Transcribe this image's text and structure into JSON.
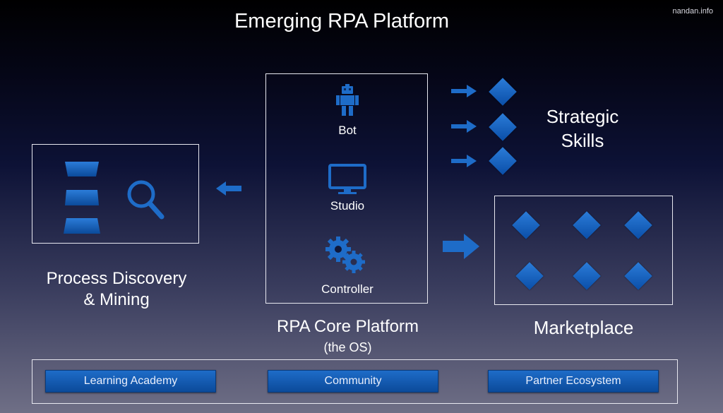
{
  "title": "Emerging RPA Platform",
  "watermark": "nandan.info",
  "core": {
    "caption": "RPA Core Platform",
    "subcaption": "(the OS)",
    "items": [
      {
        "label": "Bot",
        "icon": "robot-icon"
      },
      {
        "label": "Studio",
        "icon": "monitor-icon"
      },
      {
        "label": "Controller",
        "icon": "gears-icon"
      }
    ]
  },
  "discovery": {
    "caption_line1": "Process Discovery",
    "caption_line2": "& Mining",
    "icons": [
      "funnel-icon",
      "magnifier-icon"
    ]
  },
  "strategic": {
    "line1": "Strategic",
    "line2": "Skills"
  },
  "marketplace": {
    "caption": "Marketplace"
  },
  "bottom_bar": {
    "buttons": [
      "Learning Academy",
      "Community",
      "Partner Ecosystem"
    ]
  },
  "colors": {
    "accent": "#1565c0",
    "accent_light": "#2b7cd8"
  }
}
